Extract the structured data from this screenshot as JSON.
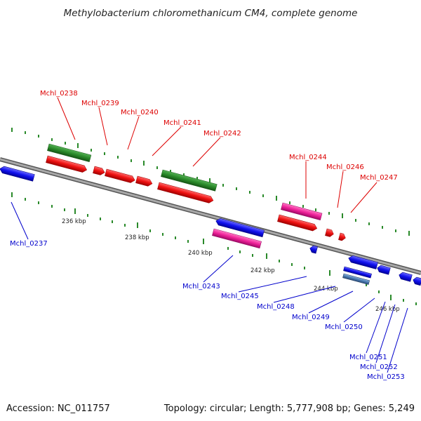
{
  "title": "Methylobacterium chloromethanicum CM4, complete genome",
  "footer": {
    "accession": "Accession: NC_011757",
    "topology": "Topology: circular; Length: 5,777,908 bp; Genes: 5,249"
  },
  "colors": {
    "forward_gene": "#ee1111",
    "reverse_gene": "#1111ee",
    "rna_green": "#2a8a2a",
    "pink": "#ee2299",
    "steel": "#4a7ab0",
    "backbone": "#888888",
    "tick": "#2a8a2a",
    "label_forward": "#dd0000",
    "label_reverse": "#0000cc"
  },
  "scale": {
    "tick_labels": [
      "236 kbp",
      "238 kbp",
      "240 kbp",
      "242 kbp",
      "244 kbp",
      "246 kbp"
    ]
  },
  "gene_labels": {
    "forward": [
      "Mchl_0238",
      "Mchl_0239",
      "Mchl_0240",
      "Mchl_0241",
      "Mchl_0242",
      "Mchl_0244",
      "Mchl_0246",
      "Mchl_0247"
    ],
    "reverse": [
      "Mchl_0237",
      "Mchl_0243",
      "Mchl_0245",
      "Mchl_0248",
      "Mchl_0249",
      "Mchl_0250",
      "Mchl_0251",
      "Mchl_0252",
      "Mchl_0253"
    ]
  }
}
